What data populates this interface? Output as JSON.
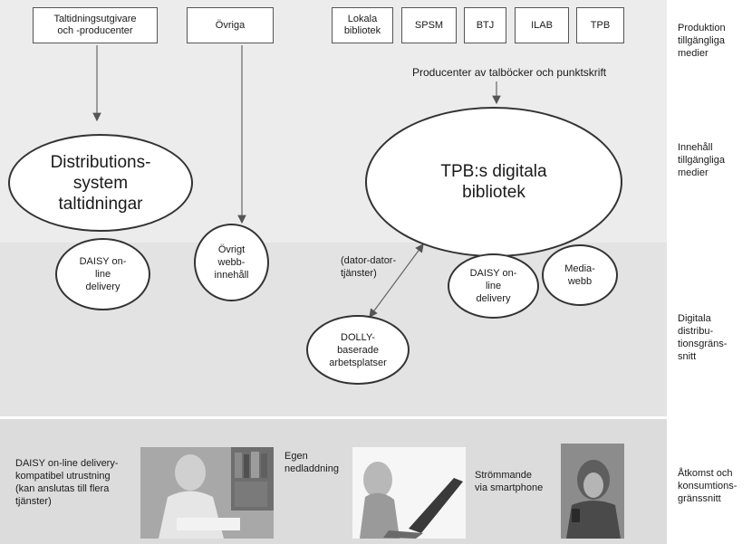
{
  "producers": {
    "taltidning": "Taltidningsutgivare\noch -producenter",
    "ovriga": "Övriga",
    "lokala": "Lokala\nbibliotek",
    "spsm": "SPSM",
    "btj": "BTJ",
    "ilab": "ILAB",
    "tpb": "TPB"
  },
  "producer_center_label": "Producenter av talböcker och punktskrift",
  "ellipses": {
    "distribution": "Distributions-\nsystem\ntaltidningar",
    "tpb_library": "TPB:s digitala\nbibliotek",
    "daisy_left": "DAISY on-\nline\ndelivery",
    "ovrigt_webb": "Övrigt\nwebb-\ninnehåll",
    "daisy_right": "DAISY on-\nline\ndelivery",
    "mediawebb": "Media-\nwebb",
    "dolly": "DOLLY-\nbaserade\narbetsplatser"
  },
  "dator_label": "(dator-dator-\ntjänster)",
  "side_labels": {
    "produktion": "Produktion\ntillgängliga\nmedier",
    "innehall": "Innehåll\ntillgängliga\nmedier",
    "digitala": "Digitala\ndistribu-\ntionsgräns-\nsnitt",
    "atkomst": "Åtkomst och\nkonsumtions-\ngränssnitt"
  },
  "access": {
    "daisy_equipment": "DAISY on-line delivery-\nkompatibel utrustning\n(kan anslutas till flera\ntjänster)",
    "egen": "Egen\nnedladdning",
    "strommande": "Strömmande\nvia smartphone"
  }
}
